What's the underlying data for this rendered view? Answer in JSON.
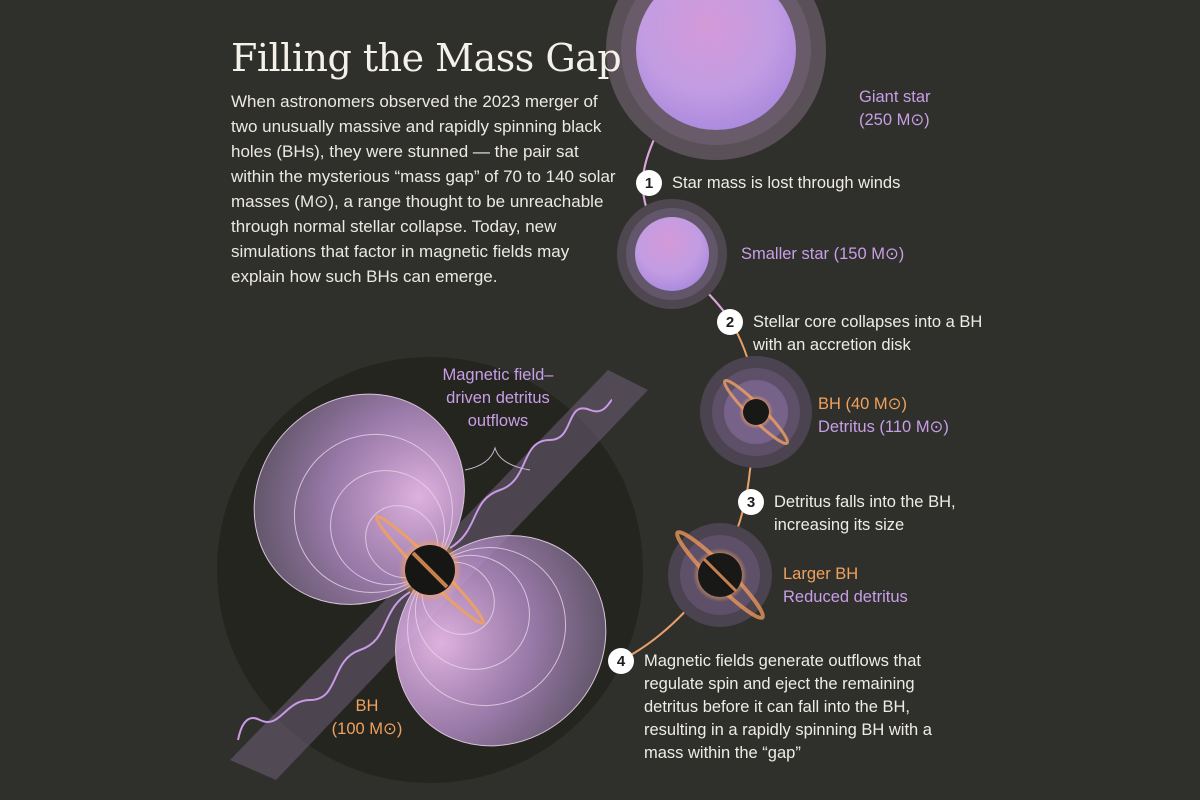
{
  "title": "Filling the Mass Gap",
  "intro": "When astronomers observed the 2023 merger of two unusually massive and rapidly spinning black holes (BHs), they were stunned — the pair sat within the mysterious “mass gap” of 70 to 140 solar masses (M⊙), a range thought to be unreachable through normal stellar collapse. Today, new simulations that factor in magnetic fields may explain how such BHs can emerge.",
  "colors": {
    "background": "#2f302b",
    "purple_label": "#c89ee6",
    "orange_label": "#f0a15e",
    "star_fill": "#c59ae0",
    "path_line": "#e9a06a"
  },
  "stages": {
    "giant_star": {
      "line1": "Giant star",
      "line2": "(250 M⊙)"
    },
    "smaller_star": {
      "label": "Smaller star (150 M⊙)"
    },
    "bh_detritus": {
      "bh": "BH (40 M⊙)",
      "detritus": "Detritus (110 M⊙)"
    },
    "larger_bh": {
      "bh": "Larger BH",
      "detritus": "Reduced detritus"
    }
  },
  "steps": [
    {
      "num": "1",
      "text": "Star mass is lost through winds"
    },
    {
      "num": "2",
      "text": "Stellar core collapses into a BH with an accretion disk"
    },
    {
      "num": "3",
      "text": "Detritus falls into the BH, increasing its size"
    },
    {
      "num": "4",
      "text": "Magnetic fields generate outflows that regulate spin and eject the remaining detritus before it can fall into the BH, resulting in a rapidly spinning BH with a mass within the “gap”"
    }
  ],
  "main_diagram": {
    "outflow_label": "Magnetic field–driven detritus outflows",
    "bh_label_line1": "BH",
    "bh_label_line2": "(100 M⊙)"
  }
}
